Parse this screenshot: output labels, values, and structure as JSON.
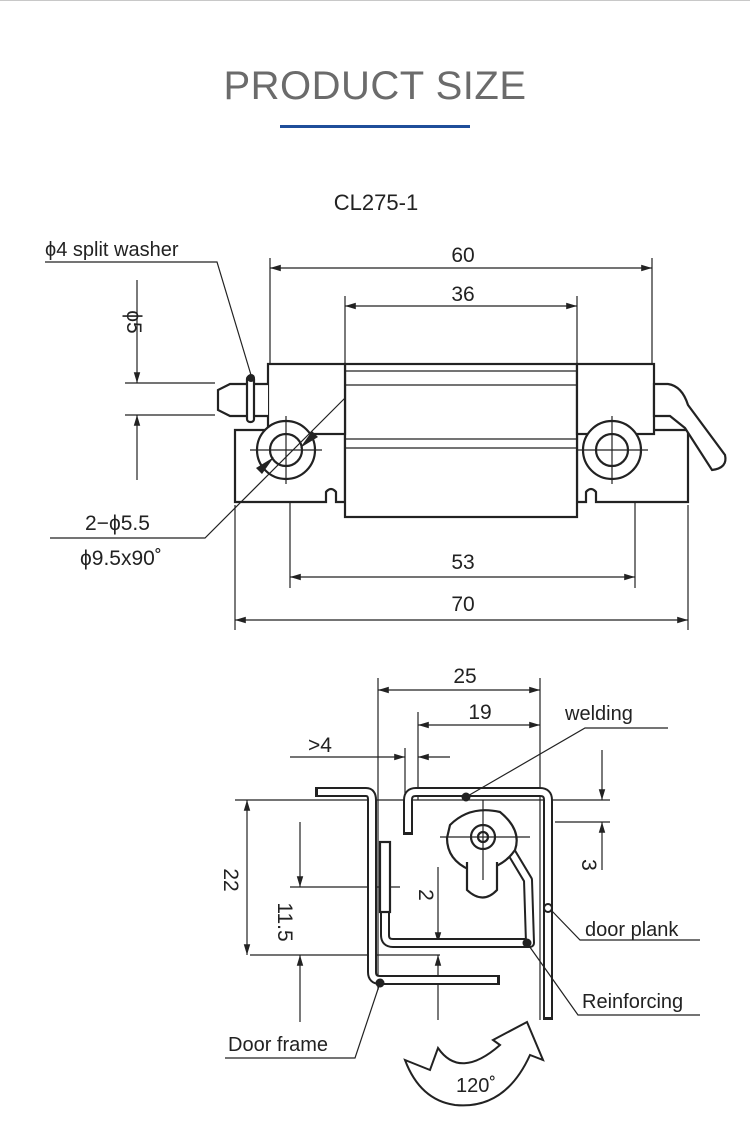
{
  "header": {
    "title": "PRODUCT SIZE",
    "accent_color": "#1f4e9a"
  },
  "drawing_top": {
    "model": "CL275-1",
    "labels": {
      "washer": "ϕ4 split washer",
      "pin_dia": "ϕ5",
      "holes": "2−ϕ5.5",
      "countersink": "ϕ9.5x90˚"
    },
    "dimensions": {
      "overall_knuckle": "60",
      "center_barrel": "36",
      "hole_pitch": "53",
      "overall_width": "70"
    }
  },
  "drawing_bottom": {
    "dimensions": {
      "width_25": "25",
      "width_19": "19",
      "gap": ">4",
      "offset_3": "3",
      "height_22": "22",
      "height_11_5": "11.5",
      "offset_2": "2"
    },
    "labels": {
      "welding": "welding",
      "door_plank": "door plank",
      "reinforcing": "Reinforcing",
      "door_frame": "Door frame",
      "rotation": "120˚"
    }
  }
}
